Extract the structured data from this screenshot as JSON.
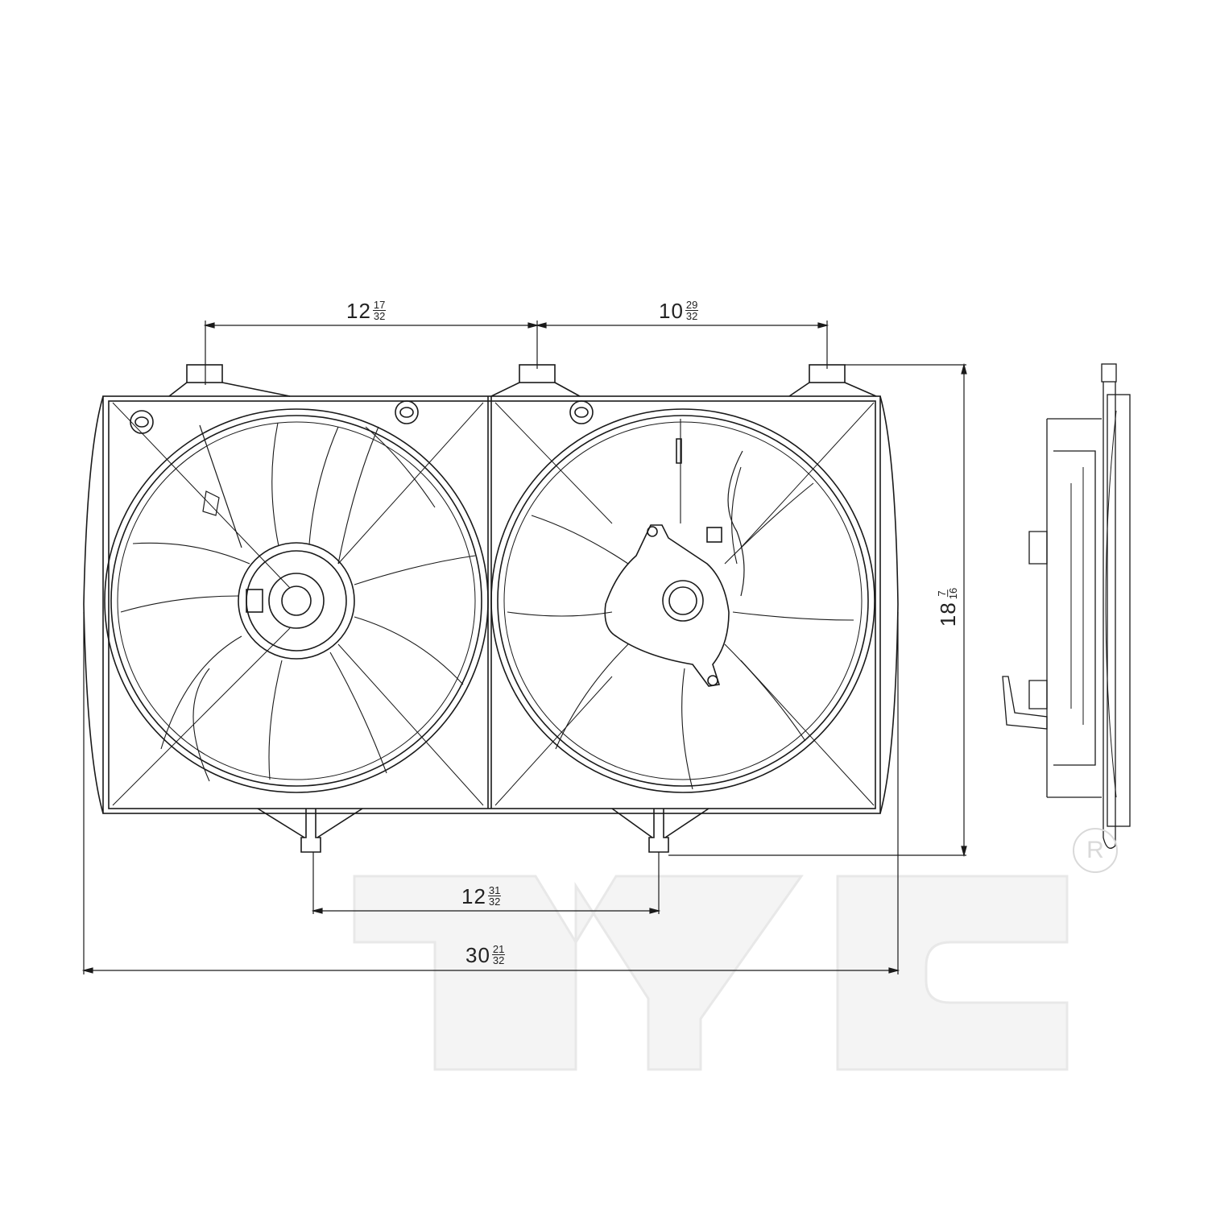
{
  "drawing": {
    "subject": "Dual radiator cooling fan assembly",
    "views": [
      "front-view",
      "side-view"
    ],
    "line_color": "#1a1a1a",
    "watermark": {
      "text": "TYC",
      "color": "#efefef",
      "registered_mark": "R"
    }
  },
  "dimensions": {
    "top_left_span": {
      "whole": "12",
      "num": "17",
      "den": "32"
    },
    "top_right_span": {
      "whole": "10",
      "num": "29",
      "den": "32"
    },
    "overall_height": {
      "whole": "18",
      "num": "7",
      "den": "16"
    },
    "bottom_tab_span": {
      "whole": "12",
      "num": "31",
      "den": "32"
    },
    "overall_width": {
      "whole": "30",
      "num": "21",
      "den": "32"
    }
  }
}
